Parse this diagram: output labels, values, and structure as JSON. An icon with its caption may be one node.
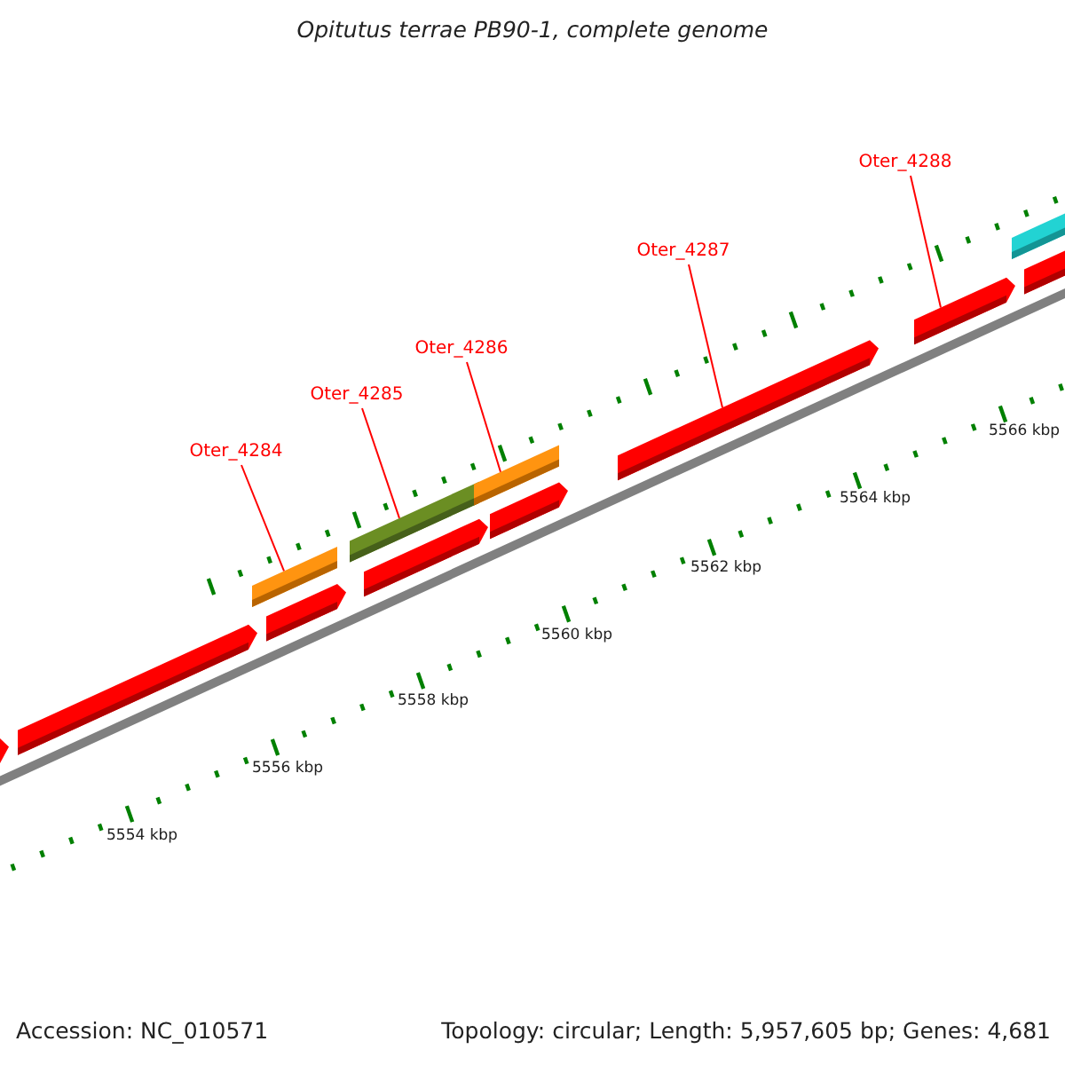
{
  "diagram": {
    "title": "Opitutus terrae PB90-1, complete genome",
    "nodes": [
      {
        "text": [
          "Oter_4288"
        ]
      },
      {
        "text": [
          "Oter_4287"
        ]
      },
      {
        "text": [
          "Oter_4286"
        ]
      },
      {
        "text": [
          "Oter_4285"
        ]
      },
      {
        "text": [
          "Oter_4284"
        ]
      },
      {
        "text": [],
        "shape": "arrow"
      },
      {
        "text": [],
        "shape": "arrow"
      },
      {
        "text": [],
        "shape": "bar"
      },
      {
        "text": [],
        "shape": "arrow"
      },
      {
        "text": [],
        "shape": "bar"
      },
      {
        "text": [],
        "shape": "arrow"
      },
      {
        "text": [],
        "shape": "bar"
      },
      {
        "text": [],
        "shape": "arrow"
      },
      {
        "text": [],
        "shape": "arrow"
      },
      {
        "text": [],
        "shape": "arrow"
      },
      {
        "text": [],
        "shape": "bar"
      },
      {
        "text": [],
        "shape": "arrow"
      }
    ],
    "edges": [
      {
        "from": 0,
        "to": 14,
        "arrow": "none"
      },
      {
        "from": 1,
        "to": 13,
        "arrow": "none"
      },
      {
        "from": 2,
        "to": 11,
        "arrow": "none"
      },
      {
        "from": 3,
        "to": 9,
        "arrow": "none"
      },
      {
        "from": 4,
        "to": 7,
        "arrow": "none"
      }
    ],
    "labels": [
      "5566 kbp",
      "5564 kbp",
      "5562 kbp",
      "5560 kbp",
      "5558 kbp",
      "5556 kbp",
      "5554 kbp",
      "Accession: NC_010571",
      "Topology: circular; Length: 5,957,605 bp; Genes: 4,681"
    ]
  }
}
